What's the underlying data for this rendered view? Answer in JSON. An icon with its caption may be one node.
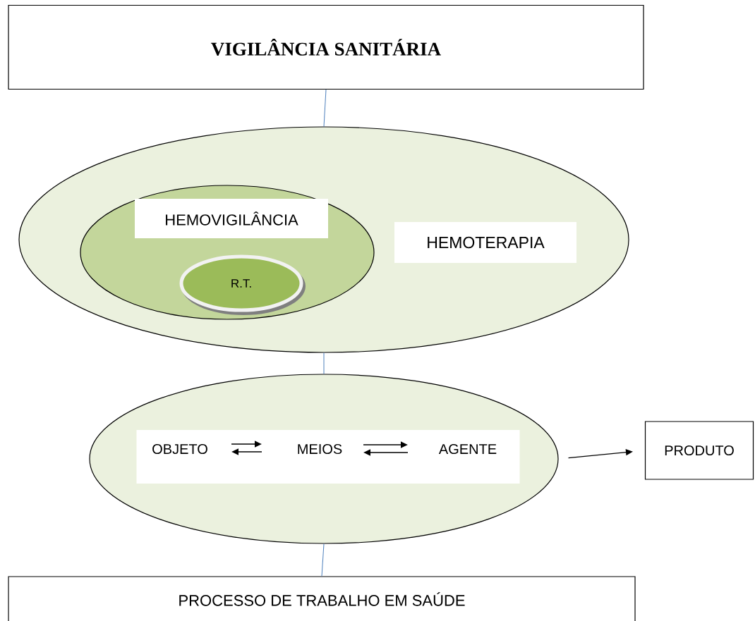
{
  "diagram": {
    "nodes": [
      {
        "text": [
          "VIGILÂNCIA SANITÁRIA"
        ]
      },
      {
        "text": [
          "HEMOTERAPIA"
        ]
      },
      {
        "text": [
          "HEMOVIGILÂNCIA"
        ],
        "in": 1
      },
      {
        "text": [
          "R.T."
        ],
        "in": 2
      },
      {
        "text": [],
        "shape": "ellipse"
      },
      {
        "text": [],
        "shape": "box",
        "in": 4
      },
      {
        "text": [
          "OBJETO"
        ],
        "in": 5
      },
      {
        "text": [
          "MEIOS"
        ],
        "in": 5
      },
      {
        "text": [
          "AGENTE"
        ],
        "in": 5
      },
      {
        "text": [
          "PRODUTO"
        ]
      },
      {
        "text": [
          "PROCESSO DE TRABALHO EM SAÚDE"
        ]
      }
    ],
    "edges": [
      {
        "from": 0,
        "to": 1,
        "arrow": "none",
        "color": "#4f81bd"
      },
      {
        "from": 1,
        "to": 4,
        "arrow": "none",
        "color": "#4f81bd"
      },
      {
        "from": 6,
        "to": 7,
        "arrow": "to"
      },
      {
        "from": 7,
        "to": 6,
        "arrow": "to"
      },
      {
        "from": 7,
        "to": 8,
        "arrow": "to"
      },
      {
        "from": 8,
        "to": 7,
        "arrow": "to"
      },
      {
        "from": 4,
        "to": 9,
        "arrow": "to"
      },
      {
        "from": 4,
        "to": 10,
        "arrow": "none",
        "color": "#4f81bd"
      }
    ]
  }
}
